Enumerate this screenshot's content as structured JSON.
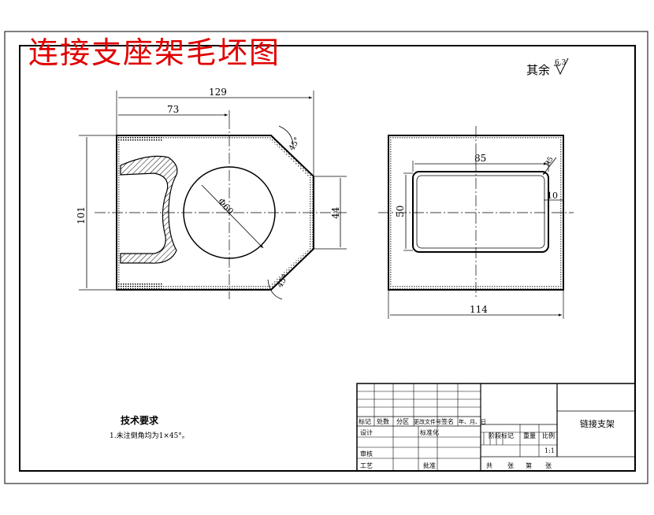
{
  "title": "连接支座架毛坯图",
  "roughness": {
    "prefix": "其余",
    "value": "6.3"
  },
  "front_view": {
    "dims": {
      "width_total": "129",
      "width_partial": "73",
      "height": "101",
      "right_height": "44",
      "hole_dia": "Φ60"
    },
    "chamfer_top": "45°",
    "chamfer_bottom": "45°"
  },
  "side_view": {
    "dims": {
      "width": "114",
      "inner_width": "85",
      "inner_height": "50",
      "gap": "10",
      "radius": "R5"
    }
  },
  "notes": {
    "heading": "技术要求",
    "line1": "1.未注倒角均为1×45°。"
  },
  "title_block": {
    "part_name": "链接支架",
    "scale": "1:1",
    "headers": [
      "标记",
      "处数",
      "分区",
      "更改文件号",
      "签名",
      "年、月、日"
    ],
    "design": "设计",
    "standardize": "标准化",
    "review": "审核",
    "process": "工艺",
    "approve": "批准",
    "stage_mark": "阶段标记",
    "weight": "重量",
    "ratio": "比例",
    "sheets": [
      "共",
      "张",
      "第",
      "张"
    ]
  }
}
